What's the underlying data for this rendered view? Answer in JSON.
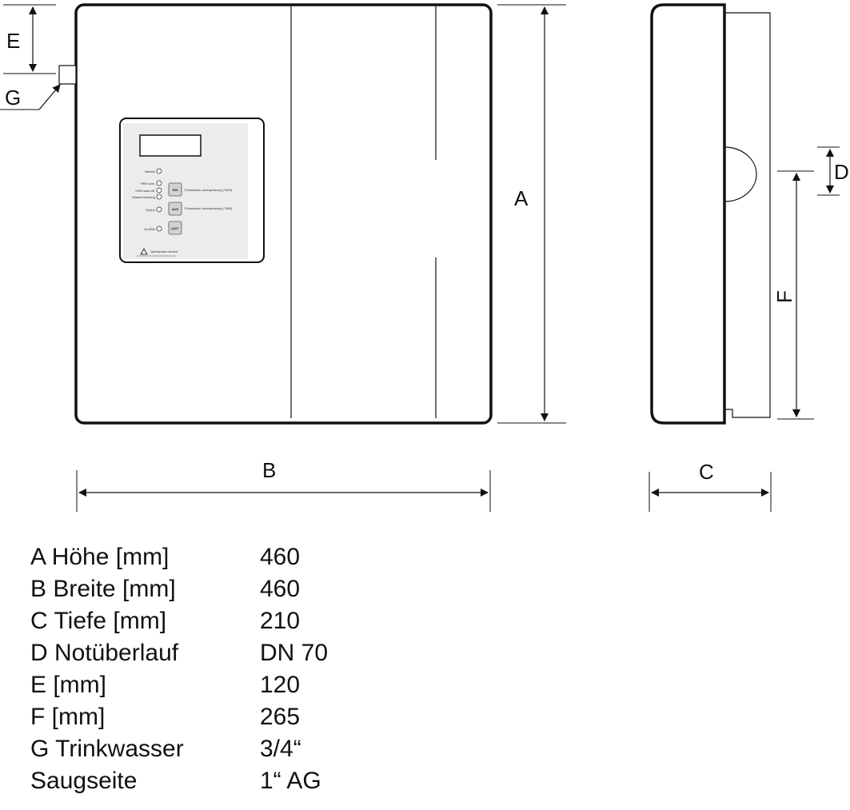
{
  "dimension_letters": {
    "a": "A",
    "b": "B",
    "c": "C",
    "d": "D",
    "e": "E",
    "f": "F",
    "g": "G"
  },
  "control_panel": {
    "indicators": [
      "Betrieb",
      "TWN sofo.",
      "TWN nass.aff.",
      "Wassermeldung",
      "Option",
      "ALARM"
    ],
    "button_labels": [
      "EIN",
      "AUS",
      "QUIT"
    ],
    "button_captions": [
      "Trinkwasser-nachspeisung (TWN)",
      "Trinkwasser-nachspeisung (TWN)"
    ],
    "footer_text": "Nachspeise-einheit"
  },
  "specs": [
    {
      "label": "A Höhe [mm]",
      "value": "460"
    },
    {
      "label": "B Breite [mm]",
      "value": "460"
    },
    {
      "label": "C Tiefe [mm]",
      "value": "210"
    },
    {
      "label": "D Notüberlauf",
      "value": "DN 70"
    },
    {
      "label": "E [mm]",
      "value": "120"
    },
    {
      "label": "F [mm]",
      "value": "265"
    },
    {
      "label": "G Trinkwasser",
      "value": "3/4“"
    },
    {
      "label": "Saugseite",
      "value": "1“ AG"
    }
  ]
}
